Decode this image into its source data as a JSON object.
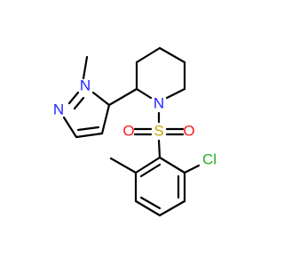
{
  "molecule": {
    "atoms": {
      "n_methyl": "N",
      "n_ring": "N",
      "n_piperidine": "N",
      "s_sulfonyl": "S",
      "o_left": "O",
      "o_right": "O",
      "cl": "Cl"
    },
    "colors": {
      "bond": "#000000",
      "nitrogen": "#1f1fff",
      "sulfur": "#c9a400",
      "oxygen": "#ff1a1a",
      "chlorine": "#22b022"
    }
  }
}
